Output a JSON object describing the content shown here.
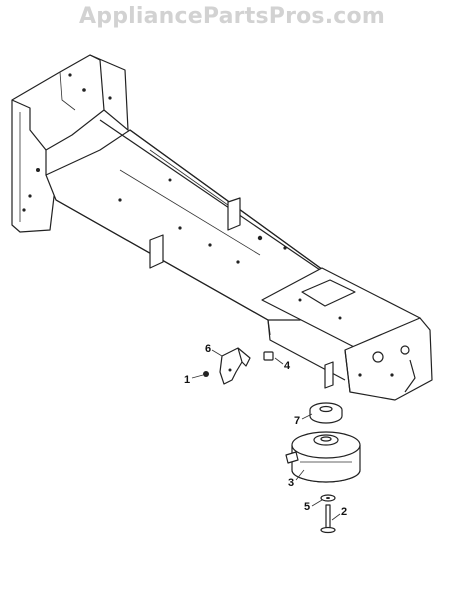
{
  "watermark": "AppliancePartsPros.com",
  "callouts": [
    {
      "id": "1",
      "label": "1"
    },
    {
      "id": "2",
      "label": "2"
    },
    {
      "id": "3",
      "label": "3"
    },
    {
      "id": "4",
      "label": "4"
    },
    {
      "id": "5",
      "label": "5"
    },
    {
      "id": "6",
      "label": "6"
    },
    {
      "id": "7",
      "label": "7"
    }
  ]
}
